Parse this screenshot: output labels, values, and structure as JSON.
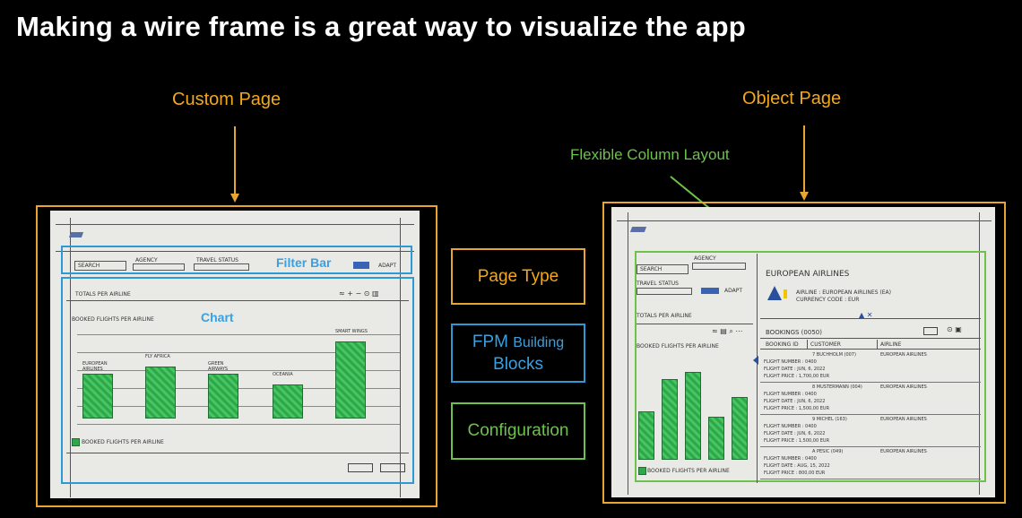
{
  "title": "Making a wire frame is a great way to visualize the app",
  "labels": {
    "custom_page": "Custom Page",
    "object_page": "Object Page",
    "flexible_column_layout": "Flexible Column Layout"
  },
  "legend": {
    "page_type": "Page Type",
    "fpm_line1": "FPM",
    "fpm_building": "Building",
    "fpm_line2": "Blocks",
    "configuration": "Configuration"
  },
  "custom_sketch": {
    "filter_bar_label": "Filter Bar",
    "chart_label": "Chart",
    "search": "SEARCH",
    "agency": "AGENCY",
    "travel_status": "TRAVEL STATUS",
    "adapt": "ADAPT",
    "totals_per_airline": "TOTALS PER AIRLINE",
    "toolbar_icons": "≈  + −  ⊙  ▥",
    "chart_title": "BOOKED FLIGHTS PER AIRLINE",
    "bar_labels": [
      "EUROPEAN AIRLINES",
      "FLY AFRICA",
      "GREEN AIRWAYS",
      "OCEANIA",
      "SMART WINGS"
    ],
    "legend_text": "BOOKED FLIGHTS PER AIRLINE"
  },
  "object_sketch": {
    "search": "SEARCH",
    "agency": "AGENCY",
    "travel_status": "TRAVEL STATUS",
    "adapt": "ADAPT",
    "totals_per_airline": "TOTALS PER AIRLINE",
    "chart_title": "BOOKED FLIGHTS PER AIRLINE",
    "legend_text": "BOOKED FLIGHTS PER AIRLINE",
    "header_title": "EUROPEAN AIRLINES",
    "airline_line": "AIRLINE : EUROPEAN AIRLINES (EA)",
    "currency_line": "CURRENCY CODE : EUR",
    "bookings": "BOOKINGS (0050)",
    "col_booking_id": "BOOKING ID",
    "col_customer": "CUSTOMER",
    "col_airline": "AIRLINE",
    "rows": [
      {
        "customer": "7  BUCHHOLM (007)",
        "airline": "EUROPEAN AIRLINES",
        "l1": "FLIGHT NUMBER : 0400",
        "l2": "FLIGHT DATE : JUN, 6, 2022",
        "l3": "FLIGHT PRICE : 1,700,00 EUR"
      },
      {
        "customer": "8  MUSTERMANN (004)",
        "airline": "EUROPEAN AIRLINES",
        "l1": "FLIGHT NUMBER : 0400",
        "l2": "FLIGHT DATE : JUN, 6, 2022",
        "l3": "FLIGHT PRICE : 1,500,00 EUR"
      },
      {
        "customer": "9  MICHEL  (163)",
        "airline": "EUROPEAN AIRLINES",
        "l1": "FLIGHT NUMBER : 0400",
        "l2": "FLIGHT DATE : JUN, 6, 2022",
        "l3": "FLIGHT PRICE : 1,500,00 EUR"
      },
      {
        "customer": "A  PESIC  (049)",
        "airline": "EUROPEAN AIRLINES",
        "l1": "FLIGHT NUMBER : 0400",
        "l2": "FLIGHT DATE : AUG, 15, 2022",
        "l3": "FLIGHT PRICE : 800,00 EUR"
      }
    ]
  },
  "chart_data": {
    "type": "bar",
    "categories": [
      "EUROPEAN AIRLINES",
      "FLY AFRICA",
      "GREEN AIRWAYS",
      "OCEANIA",
      "SMART WINGS"
    ],
    "values": [
      0.58,
      0.68,
      0.58,
      0.44,
      1.0
    ],
    "object_values": [
      0.45,
      0.75,
      0.82,
      0.4,
      0.58
    ]
  },
  "colors": {
    "orange": "#e9a531",
    "blue": "#2b9ad6",
    "green": "#6cc24a"
  }
}
